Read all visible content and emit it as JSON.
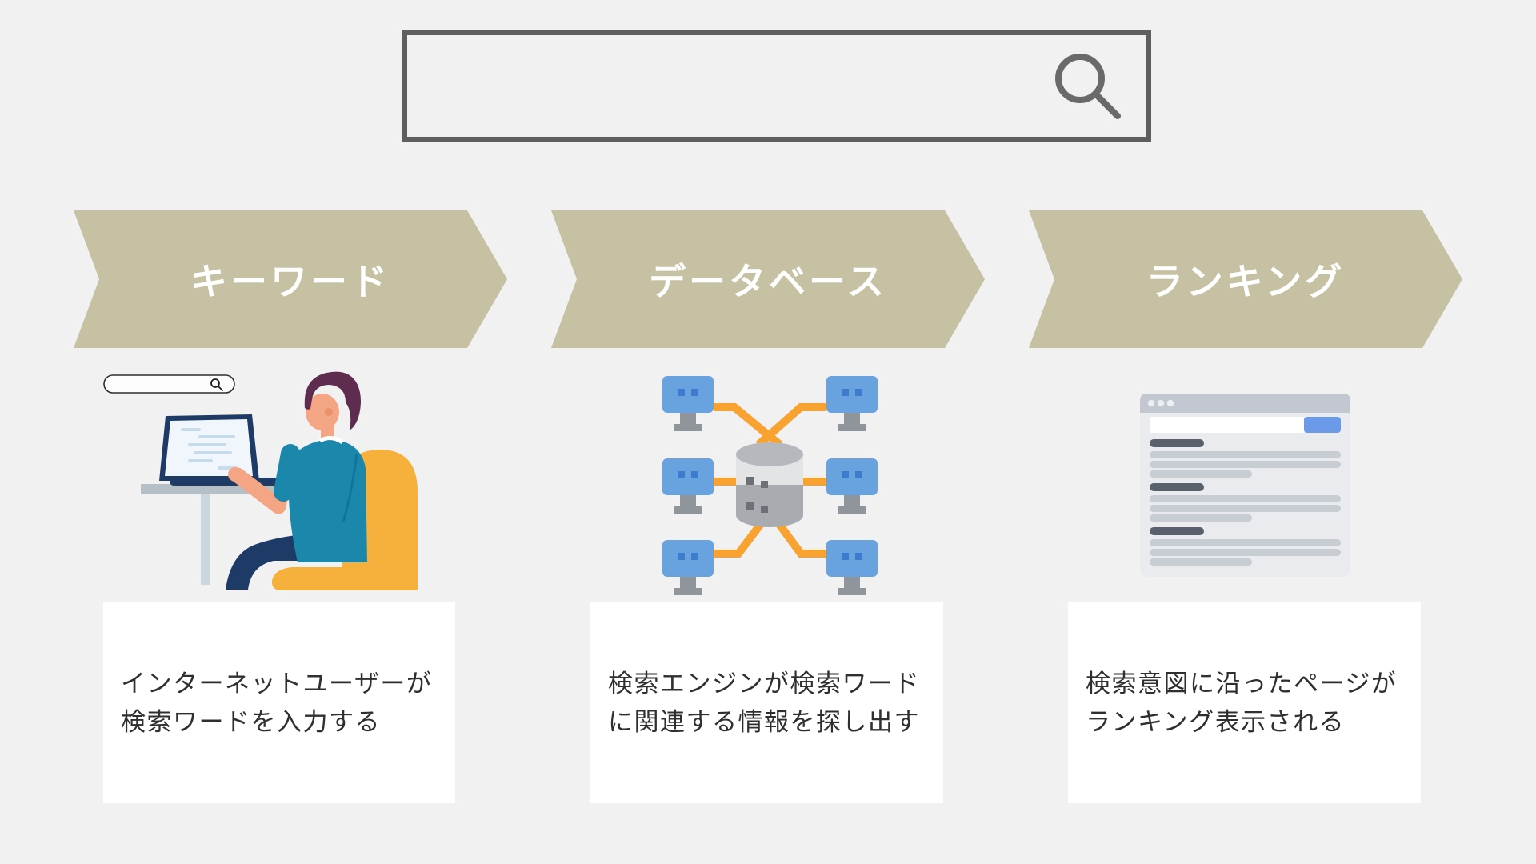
{
  "colors": {
    "background": "#f1f1f2",
    "banner": "#c5c1a2",
    "banner_text": "#ffffff",
    "search_border": "#5f5f5f",
    "search_icon": "#6a6a6a",
    "box_background": "#ffffff",
    "description_text": "#2f2f2f",
    "connector_orange": "#f7a231",
    "monitor_blue": "#68a3e0",
    "chair_yellow": "#f6b13c",
    "shirt_teal": "#1b87ab",
    "browser_button_blue": "#6b9ae8"
  },
  "search_bar": {
    "value": "",
    "icon": "magnifying-glass"
  },
  "steps": [
    {
      "banner": "キーワード",
      "illustration": "person-searching-on-laptop",
      "desc1": "インターネットユーザーが",
      "desc2": "検索ワードを入力する"
    },
    {
      "banner": "データベース",
      "illustration": "database-network",
      "desc1": "検索エンジンが検索ワード",
      "desc2": "に関連する情報を探し出す"
    },
    {
      "banner": "ランキング",
      "illustration": "search-results-page",
      "desc1": "検索意図に沿ったページが",
      "desc2": "ランキング表示される"
    }
  ]
}
